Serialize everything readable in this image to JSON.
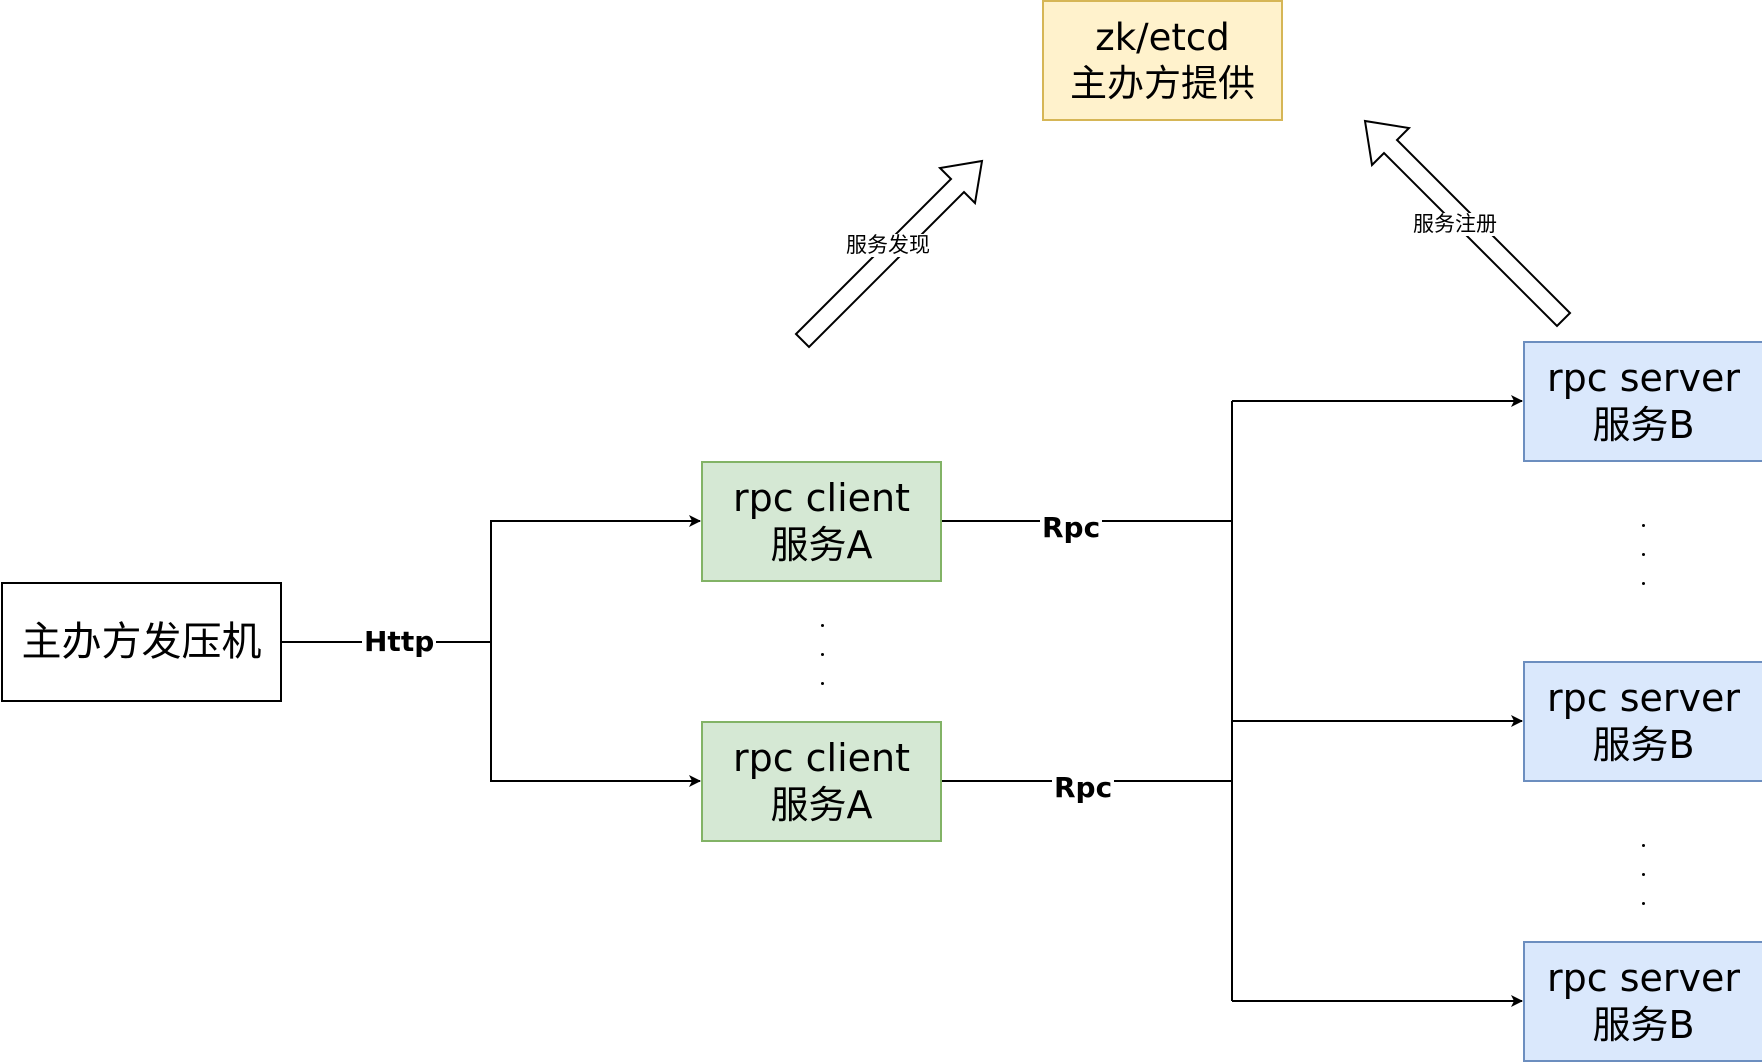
{
  "nodes": {
    "load_generator": {
      "label": "主办方发压机"
    },
    "registry": {
      "line1": "zk/etcd",
      "line2": "主办方提供"
    },
    "clients": [
      {
        "line1": "rpc client",
        "line2": "服务A"
      },
      {
        "line1": "rpc client",
        "line2": "服务A"
      }
    ],
    "servers": [
      {
        "line1": "rpc server",
        "line2": "服务B"
      },
      {
        "line1": "rpc server",
        "line2": "服务B"
      },
      {
        "line1": "rpc server",
        "line2": "服务B"
      }
    ]
  },
  "edges": {
    "http_label": "Http",
    "rpc_labels": [
      "Rpc",
      "Rpc"
    ]
  },
  "arrows": {
    "discovery_label": "服务发现",
    "registration_label": "服务注册"
  },
  "colors": {
    "registry_fill": "#fff2cc",
    "registry_stroke": "#d6b656",
    "client_fill": "#d5e8d4",
    "client_stroke": "#82b366",
    "server_fill": "#dae8fc",
    "server_stroke": "#6c8ebf"
  }
}
